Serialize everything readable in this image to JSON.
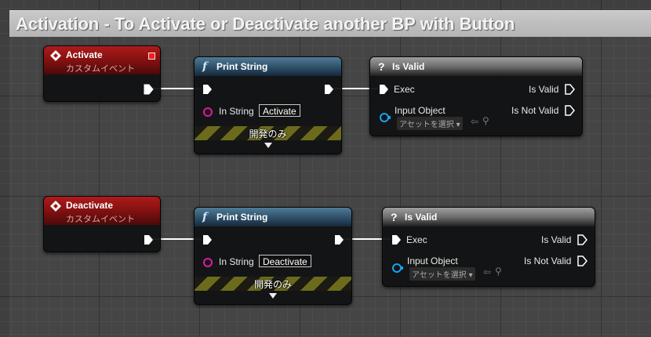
{
  "comment": {
    "title": "Activation - To Activate or Deactivate another BP with Button"
  },
  "colors": {
    "event_header": "#9e1616",
    "function_header": "#3f6a86",
    "macro_header": "#8a8a8a",
    "string_pin": "#e01aa0",
    "object_pin": "#16a3ee",
    "exec_wire": "#ffffff",
    "dev_stripe": "#6c6b1c"
  },
  "rows": [
    {
      "event": {
        "title": "Activate",
        "subtitle": "カスタムイベント",
        "icon": "event-diamond-icon"
      },
      "print_string": {
        "title": "Print String",
        "icon": "function-f-icon",
        "in_string_label": "In String",
        "in_string_value": "Activate",
        "dev_only_label": "開発のみ"
      },
      "is_valid": {
        "title": "Is Valid",
        "icon": "question-icon",
        "exec_label": "Exec",
        "is_valid_label": "Is Valid",
        "input_object_label": "Input Object",
        "is_not_valid_label": "Is Not Valid",
        "asset_select_label": "アセットを選択"
      }
    },
    {
      "event": {
        "title": "Deactivate",
        "subtitle": "カスタムイベント",
        "icon": "event-diamond-icon"
      },
      "print_string": {
        "title": "Print String",
        "icon": "function-f-icon",
        "in_string_label": "In String",
        "in_string_value": "Deactivate",
        "dev_only_label": "開発のみ"
      },
      "is_valid": {
        "title": "Is Valid",
        "icon": "question-icon",
        "exec_label": "Exec",
        "is_valid_label": "Is Valid",
        "input_object_label": "Input Object",
        "is_not_valid_label": "Is Not Valid",
        "asset_select_label": "アセットを選択"
      }
    }
  ]
}
